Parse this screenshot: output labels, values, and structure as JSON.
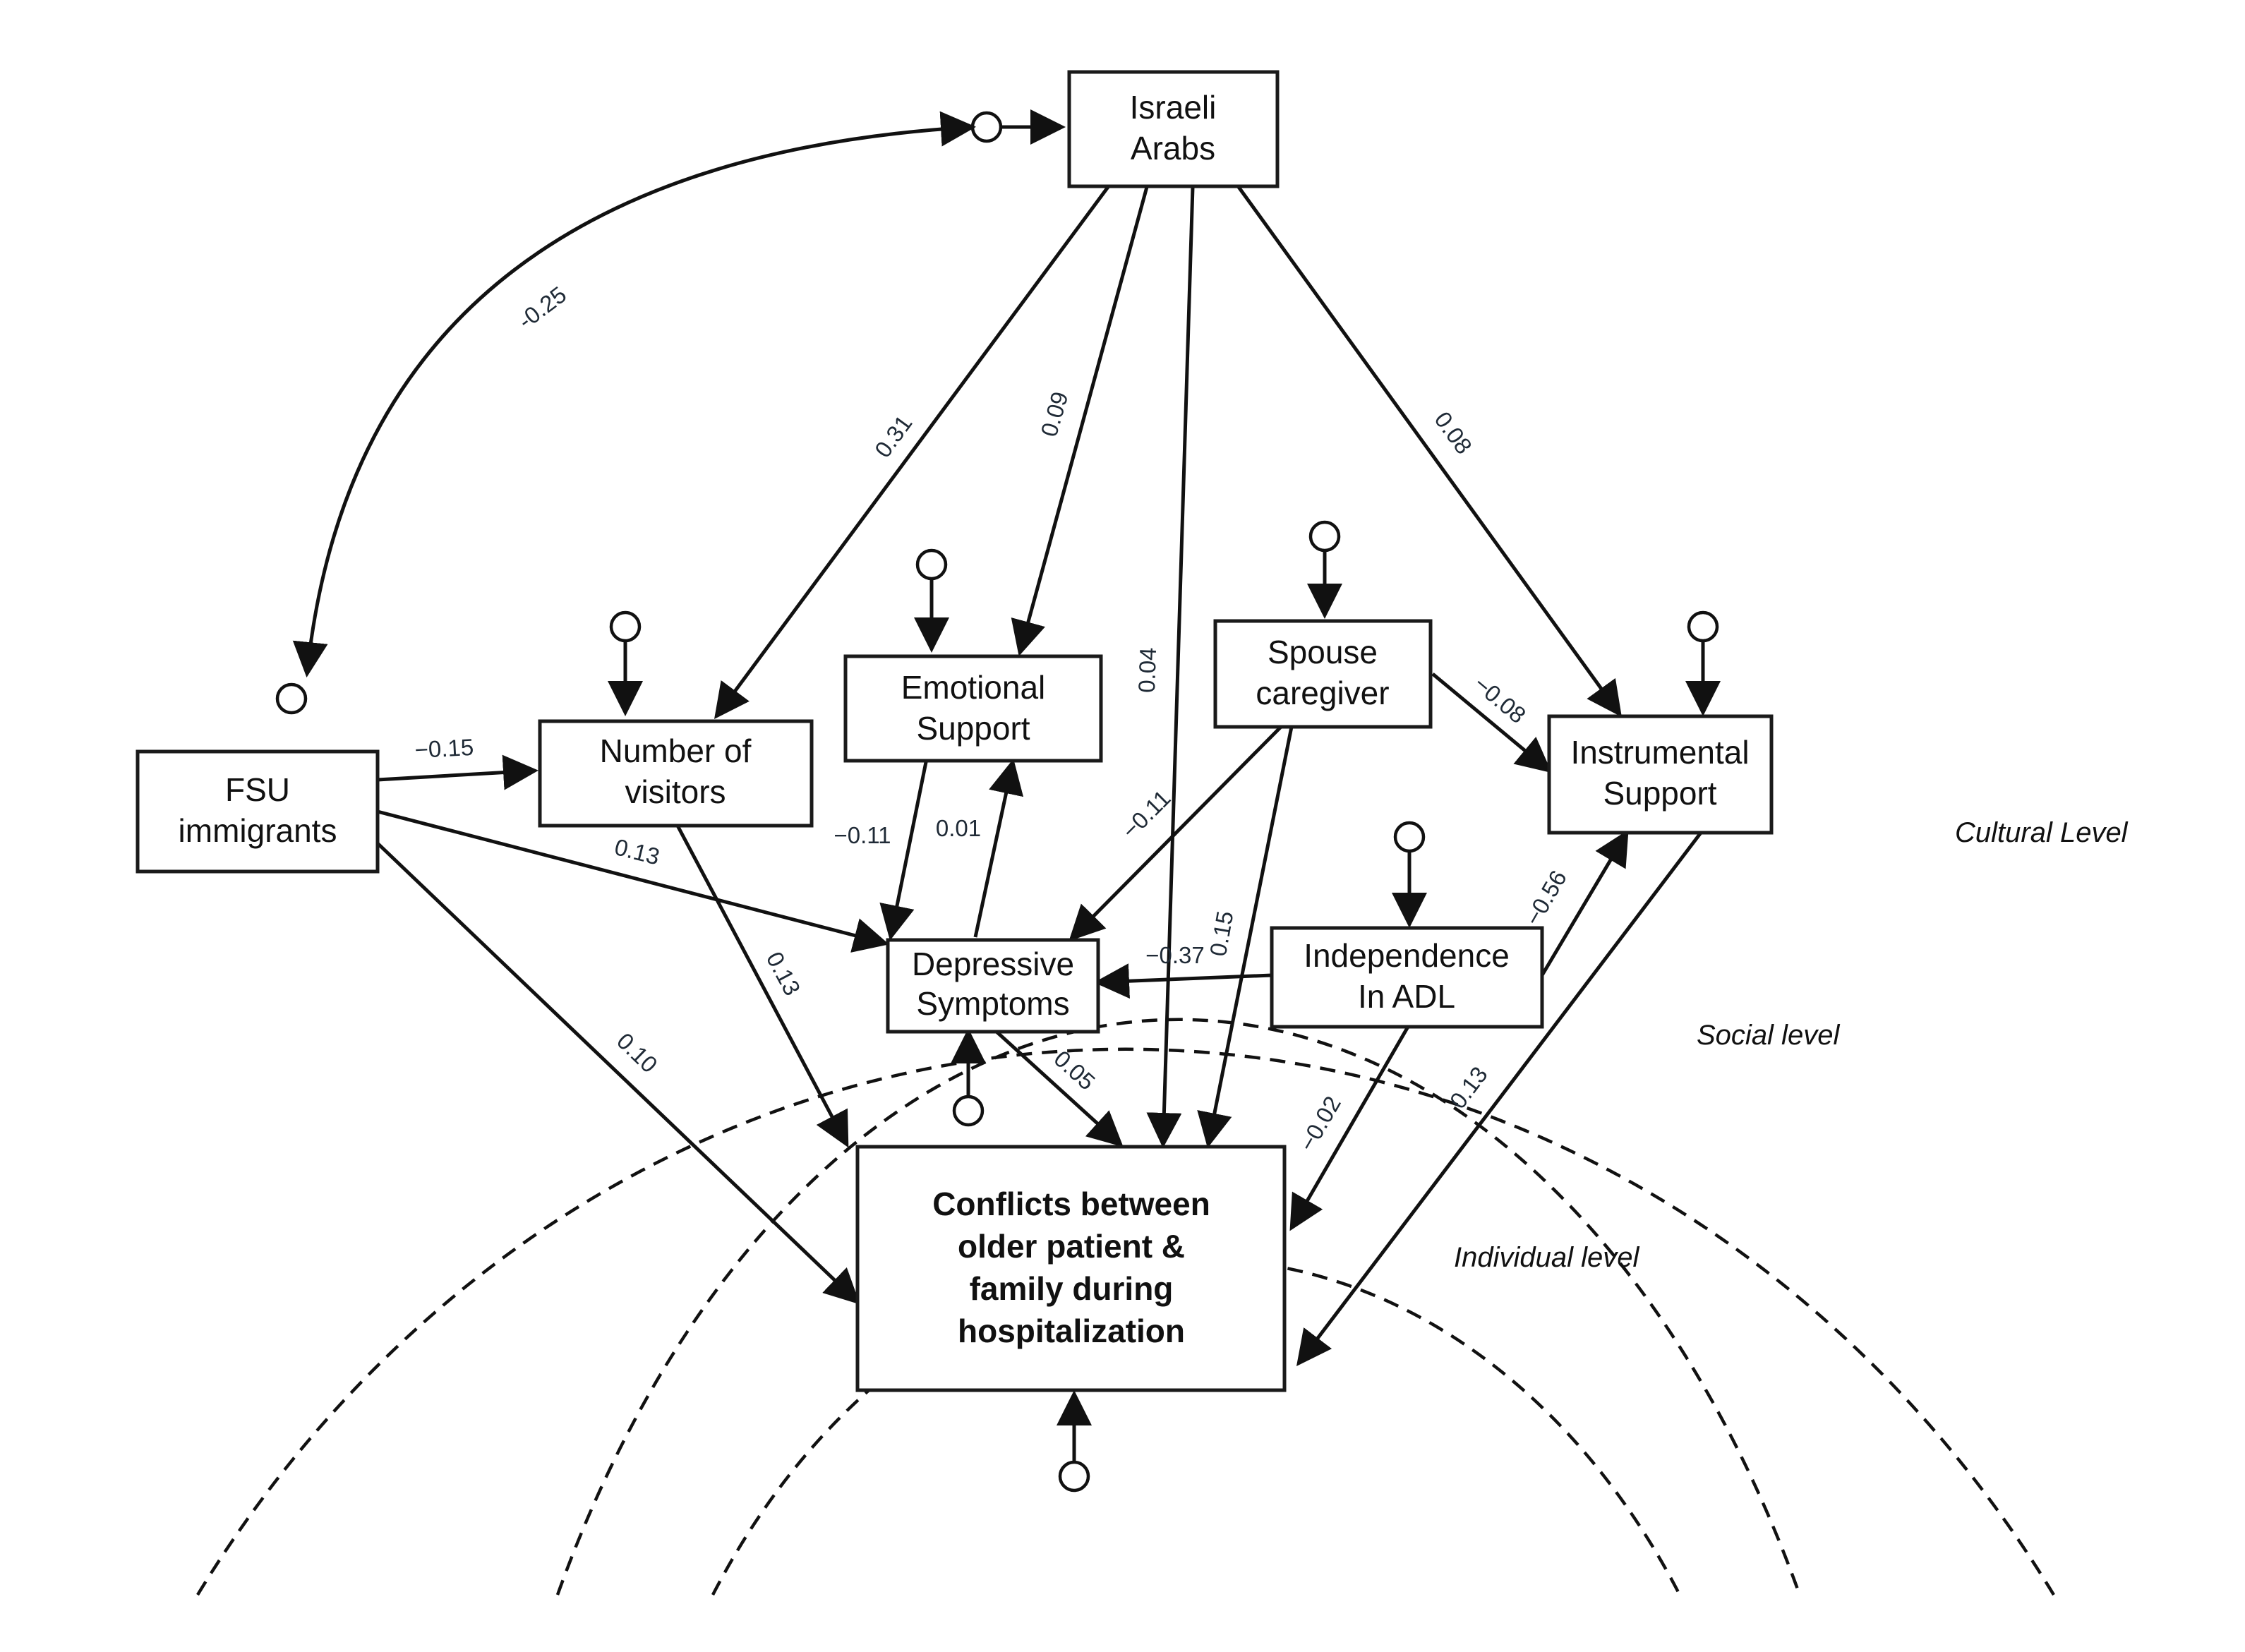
{
  "levels": {
    "cultural": "Cultural Level",
    "social": "Social level",
    "individual": "Individual level"
  },
  "nodes": {
    "israeli_arabs": [
      "Israeli",
      "Arabs"
    ],
    "fsu": [
      "FSU",
      "immigrants"
    ],
    "visitors": [
      "Number of",
      "visitors"
    ],
    "emotional": [
      "Emotional",
      "Support"
    ],
    "spouse": [
      "Spouse",
      "caregiver"
    ],
    "instrumental": [
      "Instrumental",
      "Support"
    ],
    "depressive": [
      "Depressive",
      "Symptoms"
    ],
    "independence": [
      "Independence",
      "In ADL"
    ],
    "conflicts": [
      "Conflicts between",
      "older patient &",
      "family during",
      "hospitalization"
    ]
  },
  "paths": {
    "arabs_fsu": "-0.25",
    "arabs_visitors": "0.31",
    "arabs_emotional": "0.09",
    "arabs_conflicts": "0.04",
    "arabs_instrumental": "0.08",
    "fsu_visitors": "−0.15",
    "fsu_depressive": "0.13",
    "fsu_conflicts": "0.10",
    "visitors_conflicts": "0.13",
    "emotional_depressive": "−0.11",
    "depressive_emotional": "0.01",
    "spouse_depressive": "−0.11",
    "spouse_conflicts": "0.15",
    "spouse_instrumental": "−0.08",
    "independence_depressive": "−0.37",
    "independence_instrumental": "−0.56",
    "independence_conflicts": "−0.02",
    "depressive_conflicts": "0.05",
    "instrumental_conflicts": "0.13"
  }
}
